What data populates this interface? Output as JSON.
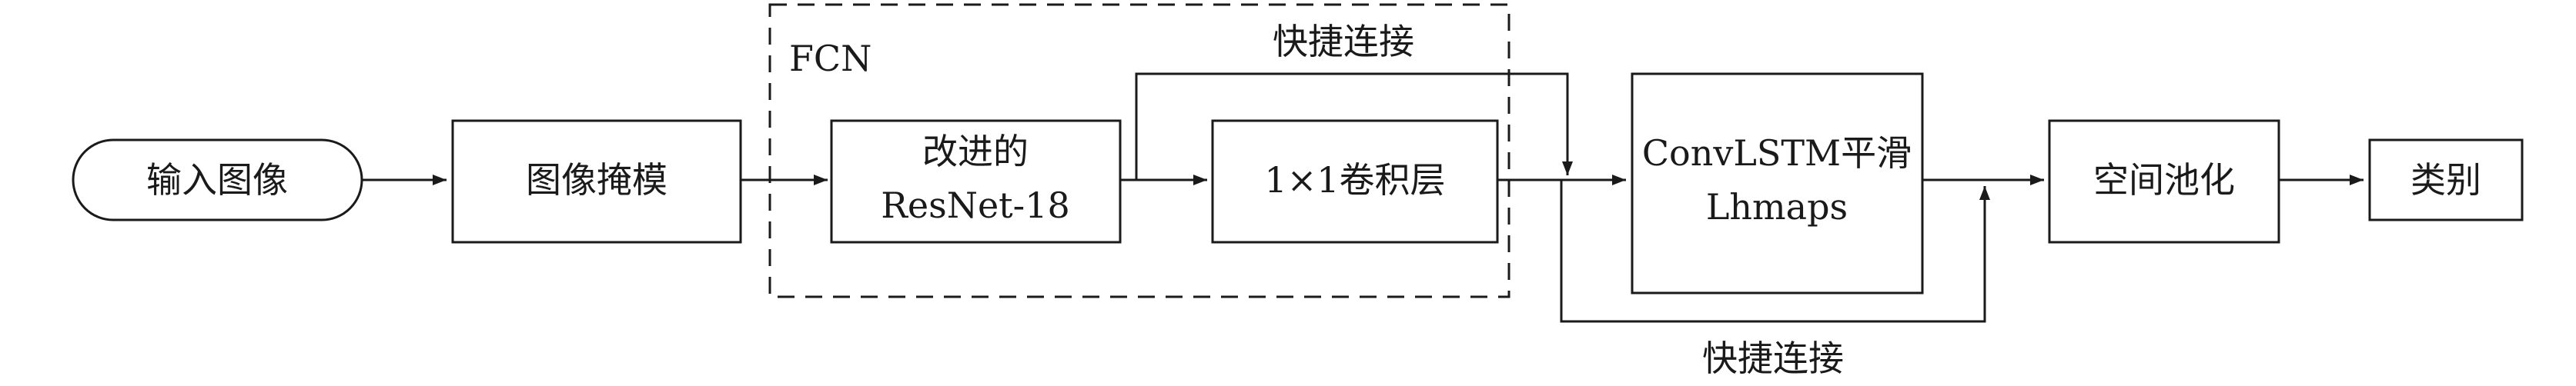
{
  "nodes": {
    "input_image": "输入图像",
    "image_mask": "图像掩模",
    "improved_resnet": {
      "line1": "改进的",
      "line2": "ResNet-18"
    },
    "conv1x1": "1×1卷积层",
    "convlstm": {
      "line1": "ConvLSTM平滑",
      "line2": "Lhmaps"
    },
    "spatial_pooling": "空间池化",
    "category": "类别"
  },
  "group": {
    "fcn_label": "FCN"
  },
  "edges": {
    "shortcut_top_label": "快捷连接",
    "shortcut_bottom_label": "快捷连接"
  }
}
